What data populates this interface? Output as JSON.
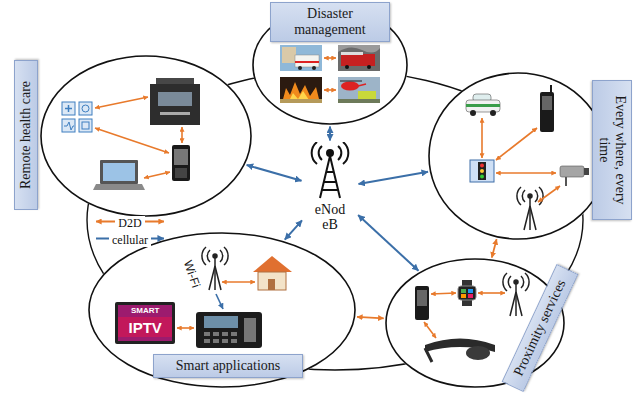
{
  "diagram": {
    "nodes": [
      {
        "text": [
          "Disaster management"
        ]
      },
      {
        "text": [
          "Remote health care"
        ]
      },
      {
        "text": [
          "eNod eB"
        ]
      },
      {
        "text": [
          "Every where, every time"
        ]
      },
      {
        "text": [
          "Smart applications"
        ]
      },
      {
        "text": [
          "Proximity services"
        ]
      }
    ],
    "edges": [
      {
        "from": 2,
        "to": 0,
        "arrow": "both"
      },
      {
        "from": 2,
        "to": 1,
        "arrow": "both"
      },
      {
        "from": 2,
        "to": 3,
        "arrow": "both"
      },
      {
        "from": 2,
        "to": 4,
        "arrow": "both"
      },
      {
        "from": 2,
        "to": 5,
        "arrow": "both"
      },
      {
        "from": 4,
        "to": 5,
        "arrow": "both"
      },
      {
        "from": 5,
        "to": 3,
        "arrow": "both"
      }
    ],
    "labels": [
      "Wi-Fi",
      "SMART",
      "IPTV"
    ],
    "legend": [
      {
        "text": "D2D"
      },
      {
        "text": "cellular"
      }
    ]
  }
}
